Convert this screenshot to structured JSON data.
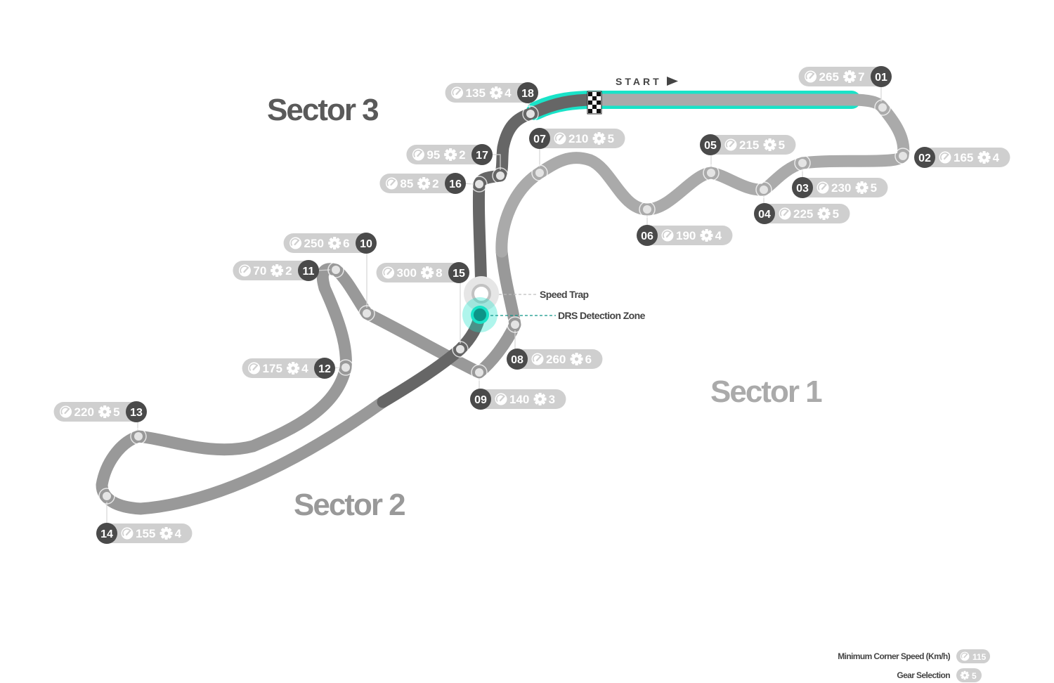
{
  "colors": {
    "sector1": "#aaaaaa",
    "sector2": "#999999",
    "sector3": "#666666",
    "drs": "#19e3c8",
    "drs_dark": "#0d9488",
    "pill": "#cfcfcf",
    "badge": "#4a4a4a",
    "text_dark": "#444444"
  },
  "sectors": [
    {
      "id": "s1",
      "label": "Sector 1"
    },
    {
      "id": "s2",
      "label": "Sector 2"
    },
    {
      "id": "s3",
      "label": "Sector 3"
    }
  ],
  "start_label": "START",
  "annotations": {
    "speed_trap": "Speed Trap",
    "drs_detection": "DRS Detection Zone"
  },
  "corners": [
    {
      "num": "01",
      "speed": "265",
      "gear": "7"
    },
    {
      "num": "02",
      "speed": "165",
      "gear": "4"
    },
    {
      "num": "03",
      "speed": "230",
      "gear": "5"
    },
    {
      "num": "04",
      "speed": "225",
      "gear": "5"
    },
    {
      "num": "05",
      "speed": "215",
      "gear": "5"
    },
    {
      "num": "06",
      "speed": "190",
      "gear": "4"
    },
    {
      "num": "07",
      "speed": "210",
      "gear": "5"
    },
    {
      "num": "08",
      "speed": "260",
      "gear": "6"
    },
    {
      "num": "09",
      "speed": "140",
      "gear": "3"
    },
    {
      "num": "10",
      "speed": "250",
      "gear": "6"
    },
    {
      "num": "11",
      "speed": "70",
      "gear": "2"
    },
    {
      "num": "12",
      "speed": "175",
      "gear": "4"
    },
    {
      "num": "13",
      "speed": "220",
      "gear": "5"
    },
    {
      "num": "14",
      "speed": "155",
      "gear": "4"
    },
    {
      "num": "15",
      "speed": "300",
      "gear": "8"
    },
    {
      "num": "16",
      "speed": "85",
      "gear": "2"
    },
    {
      "num": "17",
      "speed": "95",
      "gear": "2"
    },
    {
      "num": "18",
      "speed": "135",
      "gear": "4"
    }
  ],
  "legend": {
    "min_speed_label": "Minimum Corner Speed (Km/h)",
    "min_speed_example": "115",
    "gear_label": "Gear Selection",
    "gear_example": "5"
  },
  "icons": {
    "speed": "speedometer-icon",
    "gear": "gear-icon",
    "flag": "checkered-flag-icon",
    "arrow": "play-arrow-icon"
  }
}
